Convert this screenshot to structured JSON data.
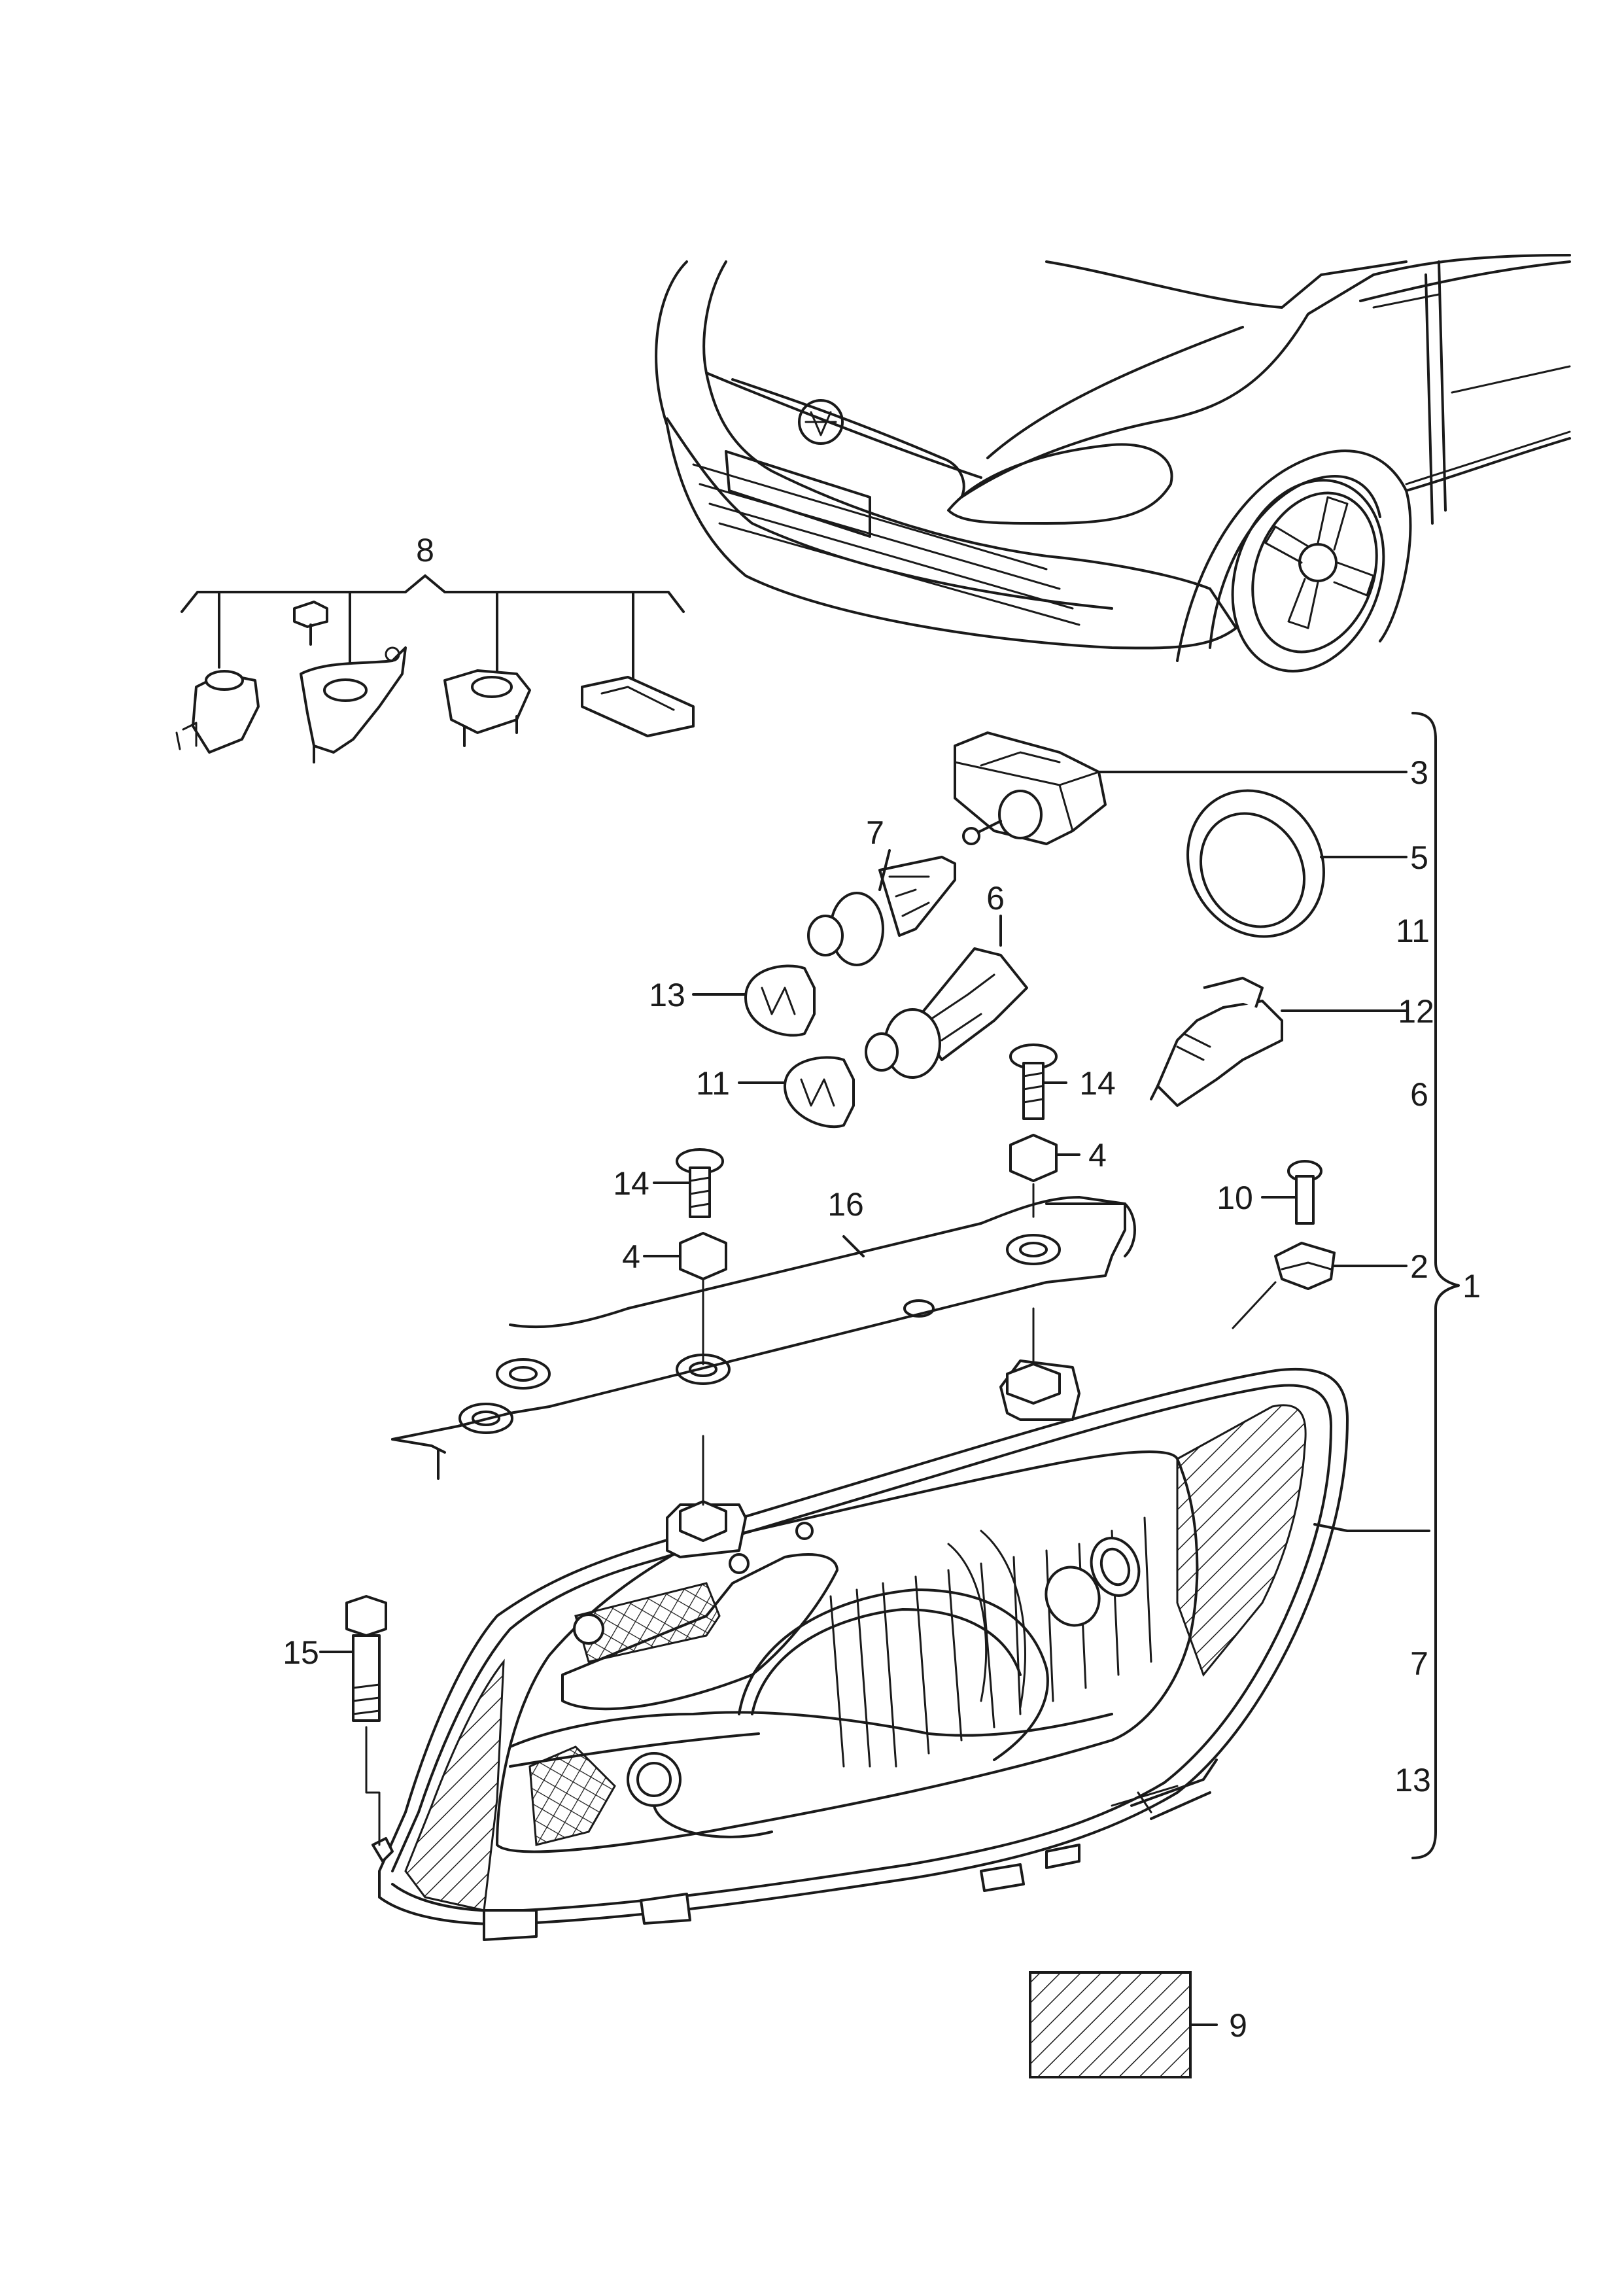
{
  "callouts": {
    "c1": "1",
    "c2": "2",
    "c3": "3",
    "c4a": "4",
    "c4b": "4",
    "c5": "5",
    "c6a": "6",
    "c6b": "6",
    "c7a": "7",
    "c7b": "7",
    "c8": "8",
    "c9": "9",
    "c10": "10",
    "c11a": "11",
    "c11b": "11",
    "c12": "12",
    "c13a": "13",
    "c13b": "13",
    "c14a": "14",
    "c14b": "14",
    "c15": "15",
    "c16": "16"
  },
  "hatch_color": "#1a1a1a"
}
